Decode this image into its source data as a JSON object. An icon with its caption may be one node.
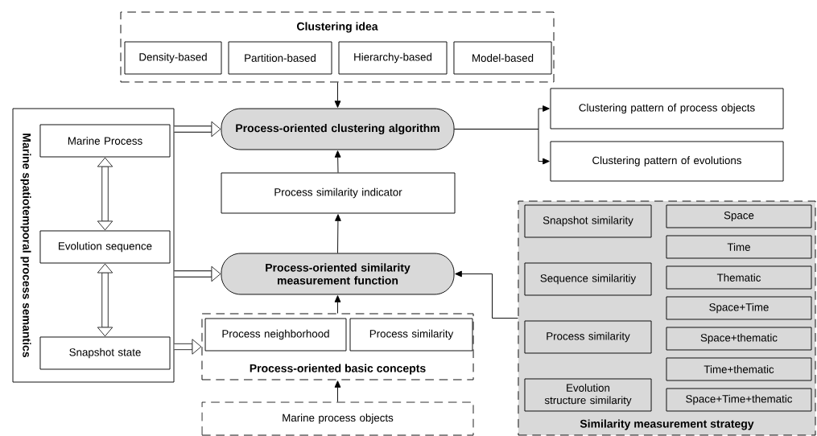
{
  "diagram": {
    "nodes": [
      {
        "text": [
          "Clustering idea"
        ]
      },
      {
        "text": [
          "Density-based"
        ],
        "in": 0
      },
      {
        "text": [
          "Partition-based"
        ],
        "in": 0
      },
      {
        "text": [
          "Hierarchy-based"
        ],
        "in": 0
      },
      {
        "text": [
          "Model-based"
        ],
        "in": 0
      },
      {
        "text": [
          "Marine spatiotemporal process semantics"
        ]
      },
      {
        "text": [
          "Marine Process"
        ],
        "in": 5
      },
      {
        "text": [
          "Evolution sequence"
        ],
        "in": 5
      },
      {
        "text": [
          "Snapshot state"
        ],
        "in": 5
      },
      {
        "text": [
          "Process-oriented clustering algorithm"
        ]
      },
      {
        "text": [
          "Clustering pattern of process objects"
        ]
      },
      {
        "text": [
          "Clustering pattern of evolutions"
        ]
      },
      {
        "text": [
          "Process similarity indicator"
        ]
      },
      {
        "text": [
          "Process-oriented similarity measurement function"
        ]
      },
      {
        "text": [
          "Process-oriented basic concepts"
        ]
      },
      {
        "text": [
          "Process neighborhood"
        ],
        "in": 14
      },
      {
        "text": [
          "Process similarity"
        ],
        "in": 14
      },
      {
        "text": [
          "Marine process objects"
        ]
      },
      {
        "text": [
          "Similarity measurement strategy"
        ]
      },
      {
        "text": [
          "Snapshot similarity"
        ],
        "in": 18
      },
      {
        "text": [
          "Sequence similaritiy"
        ],
        "in": 18
      },
      {
        "text": [
          "Process similarity"
        ],
        "in": 18
      },
      {
        "text": [
          "Evolution structure similarity"
        ],
        "in": 18
      },
      {
        "text": [
          "Space"
        ],
        "in": 18
      },
      {
        "text": [
          "Time"
        ],
        "in": 18
      },
      {
        "text": [
          "Thematic"
        ],
        "in": 18
      },
      {
        "text": [
          "Space+Time"
        ],
        "in": 18
      },
      {
        "text": [
          "Space+thematic"
        ],
        "in": 18
      },
      {
        "text": [
          "Time+thematic"
        ],
        "in": 18
      },
      {
        "text": [
          "Space+Time+thematic"
        ],
        "in": 18
      }
    ],
    "edges": [
      {
        "from": 0,
        "to": 9,
        "arrow": "to"
      },
      {
        "from": 12,
        "to": 9,
        "arrow": "to"
      },
      {
        "from": 13,
        "to": 12,
        "arrow": "to"
      },
      {
        "from": 14,
        "to": 13,
        "arrow": "to"
      },
      {
        "from": 17,
        "to": 14,
        "arrow": "to"
      },
      {
        "from": 9,
        "to": 10,
        "arrow": "to"
      },
      {
        "from": 9,
        "to": 11,
        "arrow": "to"
      },
      {
        "from": 18,
        "to": 13,
        "arrow": "to"
      },
      {
        "from": 5,
        "to": 9,
        "arrow": "to",
        "style": "thick"
      },
      {
        "from": 5,
        "to": 13,
        "arrow": "to",
        "style": "thick"
      },
      {
        "from": 5,
        "to": 14,
        "arrow": "to",
        "style": "thick"
      },
      {
        "from": 6,
        "to": 7,
        "arrow": "both",
        "style": "thick"
      },
      {
        "from": 7,
        "to": 8,
        "arrow": "both",
        "style": "thick"
      }
    ]
  }
}
